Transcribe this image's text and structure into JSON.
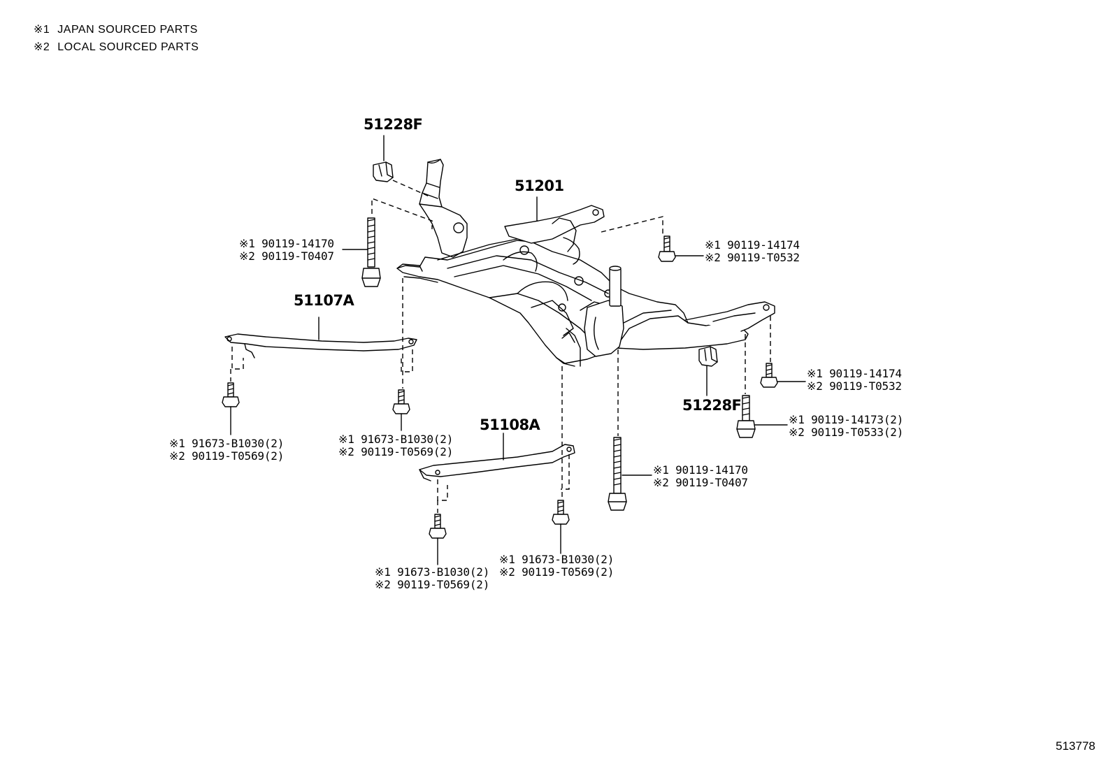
{
  "legend": [
    {
      "mark": "※1",
      "text": "JAPAN SOURCED PARTS"
    },
    {
      "mark": "※2",
      "text": "LOCAL SOURCED PARTS"
    }
  ],
  "parts": {
    "p51228F_top": "51228F",
    "p51201": "51201",
    "p51107A": "51107A",
    "p51108A": "51108A",
    "p51228F_right": "51228F"
  },
  "callouts": {
    "bolt_left_tall": [
      "※1 90119-14170",
      "※2 90119-T0407"
    ],
    "bolt_top_right": [
      "※1 90119-14174",
      "※2 90119-T0532"
    ],
    "bolt_right_mid": [
      "※1 90119-14174",
      "※2 90119-T0532"
    ],
    "bolt_right_low": [
      "※1 90119-14173(2)",
      "※2 90119-T0533(2)"
    ],
    "bolt_right_tall": [
      "※1 90119-14170",
      "※2 90119-T0407"
    ],
    "bolt_51107_left": [
      "※1 91673-B1030(2)",
      "※2 90119-T0569(2)"
    ],
    "bolt_51107_right": [
      "※1 91673-B1030(2)",
      "※2 90119-T0569(2)"
    ],
    "bolt_51108_left": [
      "※1 91673-B1030(2)",
      "※2 90119-T0569(2)"
    ],
    "bolt_51108_right": [
      "※1 91673-B1030(2)",
      "※2 90119-T0569(2)"
    ]
  },
  "diagram_id": "513778"
}
